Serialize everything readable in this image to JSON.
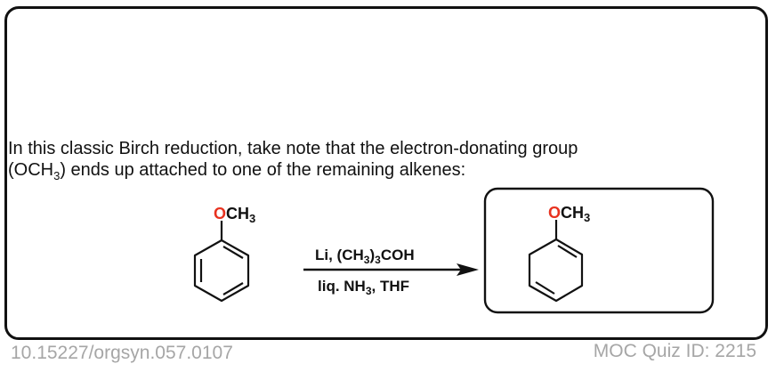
{
  "question": {
    "line1": "In this classic Birch reduction, take note that the electron-donating group",
    "line2_prefix": "(OCH",
    "line2_sub": "3",
    "line2_suffix": ") ends up attached to one of the remaining alkenes:"
  },
  "reaction": {
    "reactant": {
      "name": "anisole",
      "substituent_o": "O",
      "substituent_rest": "CH",
      "substituent_sub": "3"
    },
    "conditions_top": {
      "a": "Li, (CH",
      "sub1": "3",
      "b": ")",
      "sub2": "3",
      "c": "COH"
    },
    "conditions_bottom": {
      "a": "liq. NH",
      "sub1": "3",
      "b": ", THF"
    },
    "product": {
      "name": "1-methoxy-1,4-cyclohexadiene",
      "substituent_o": "O",
      "substituent_rest": "CH",
      "substituent_sub": "3"
    }
  },
  "colors": {
    "oxygen": "#e8321f",
    "bond": "#111111",
    "footer_text": "#a6a6a6"
  },
  "footer": {
    "doi": "10.15227/orgsyn.057.0107",
    "quiz_id": "MOC Quiz ID: 2215"
  }
}
